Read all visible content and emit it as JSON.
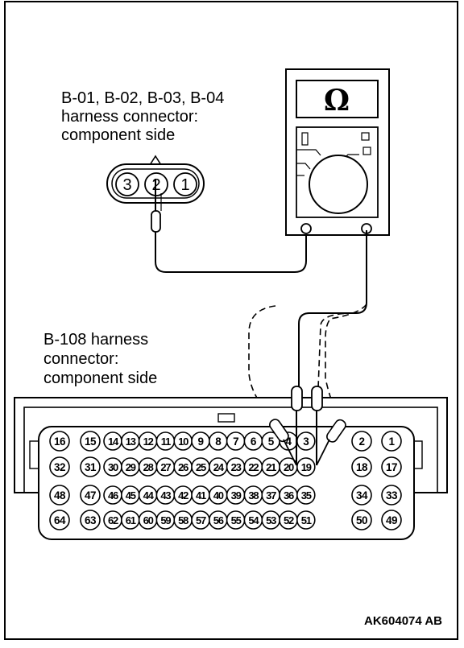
{
  "labels": {
    "sensor_connector": [
      "B-01, B-02, B-03, B-04",
      "harness connector:",
      "component side"
    ],
    "ecu_connector": [
      "B-108 harness",
      "connector:",
      "component side"
    ],
    "figure_code": "AK604074 AB"
  },
  "multimeter": {
    "display": "Ω",
    "icon": "ohmmeter-icon"
  },
  "sensor_connector_pins": [
    "3",
    "2",
    "1"
  ],
  "ecu_connector_pins": [
    [
      "16",
      "15",
      "14",
      "13",
      "12",
      "11",
      "10",
      "9",
      "8",
      "7",
      "6",
      "5",
      "4",
      "3",
      "2",
      "1"
    ],
    [
      "32",
      "31",
      "30",
      "29",
      "28",
      "27",
      "26",
      "25",
      "24",
      "23",
      "22",
      "21",
      "20",
      "19",
      "18",
      "17"
    ],
    [
      "48",
      "47",
      "46",
      "45",
      "44",
      "43",
      "42",
      "41",
      "40",
      "39",
      "38",
      "37",
      "36",
      "35",
      "34",
      "33"
    ],
    [
      "64",
      "63",
      "62",
      "61",
      "60",
      "59",
      "58",
      "57",
      "56",
      "55",
      "54",
      "53",
      "52",
      "51",
      "50",
      "49"
    ]
  ]
}
